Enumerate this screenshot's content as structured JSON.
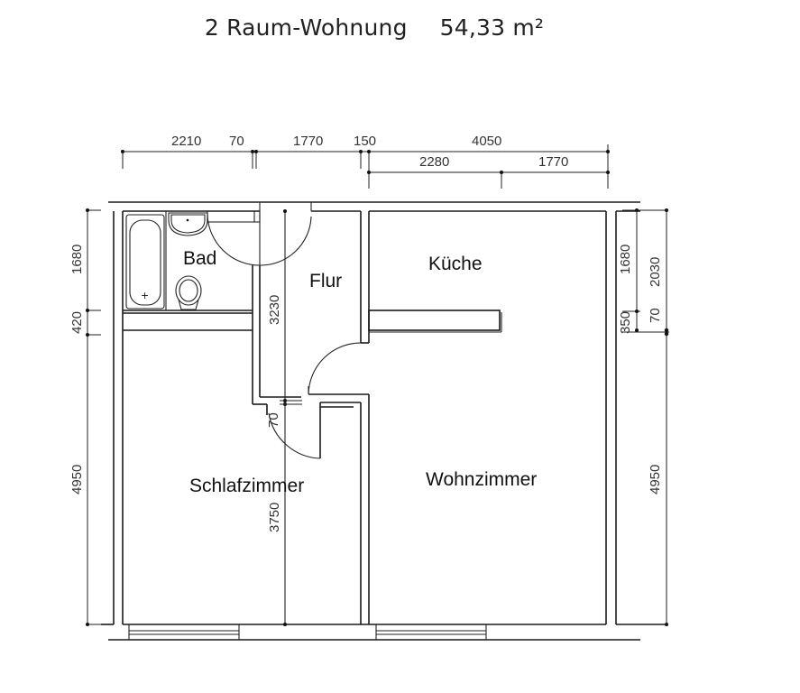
{
  "title": {
    "name": "2 Raum-Wohnung",
    "area": "54,33 m²"
  },
  "rooms": {
    "bad": "Bad",
    "flur": "Flur",
    "kueche": "Küche",
    "schlafzimmer": "Schlafzimmer",
    "wohnzimmer": "Wohnzimmer"
  },
  "dimensions": {
    "top_row1": [
      "2210",
      "70",
      "1770",
      "150",
      "4050"
    ],
    "top_row2": [
      "2280",
      "1770"
    ],
    "left": [
      "1680",
      "420",
      "4950"
    ],
    "right_inner": [
      "1680",
      "350"
    ],
    "right_outer": [
      "2030",
      "70",
      "4950"
    ],
    "interior": [
      "3230",
      "70",
      "3750"
    ]
  },
  "colors": {
    "line": "#1a1a1a",
    "text": "#222222",
    "background": "#ffffff"
  }
}
